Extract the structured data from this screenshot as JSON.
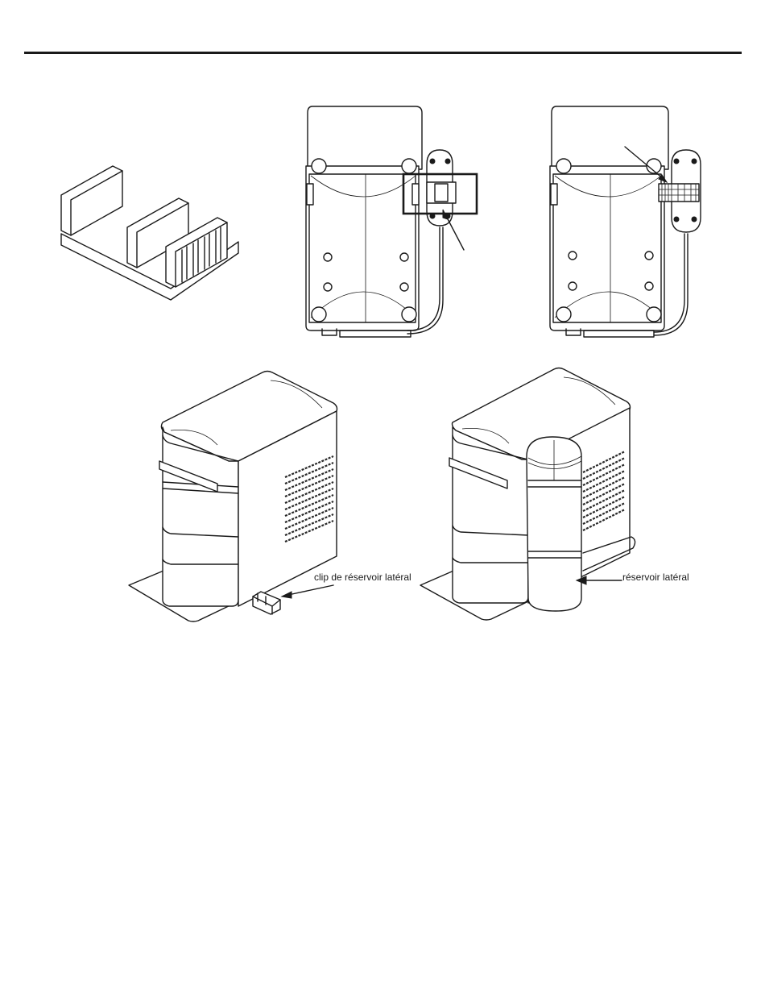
{
  "labels": {
    "clip": "clip de réservoir latéral",
    "side_tank": "réservoir latéral"
  },
  "icons": {
    "clip_part": "side-tank-clip-drawing",
    "back_view_clip_highlight": "unit-back-view-clip-highlight-drawing",
    "back_view_clip_installed": "unit-back-view-clip-installed-drawing",
    "unit_with_clip": "unit-with-clip-drawing",
    "unit_with_side_tank": "unit-with-side-tank-drawing"
  }
}
